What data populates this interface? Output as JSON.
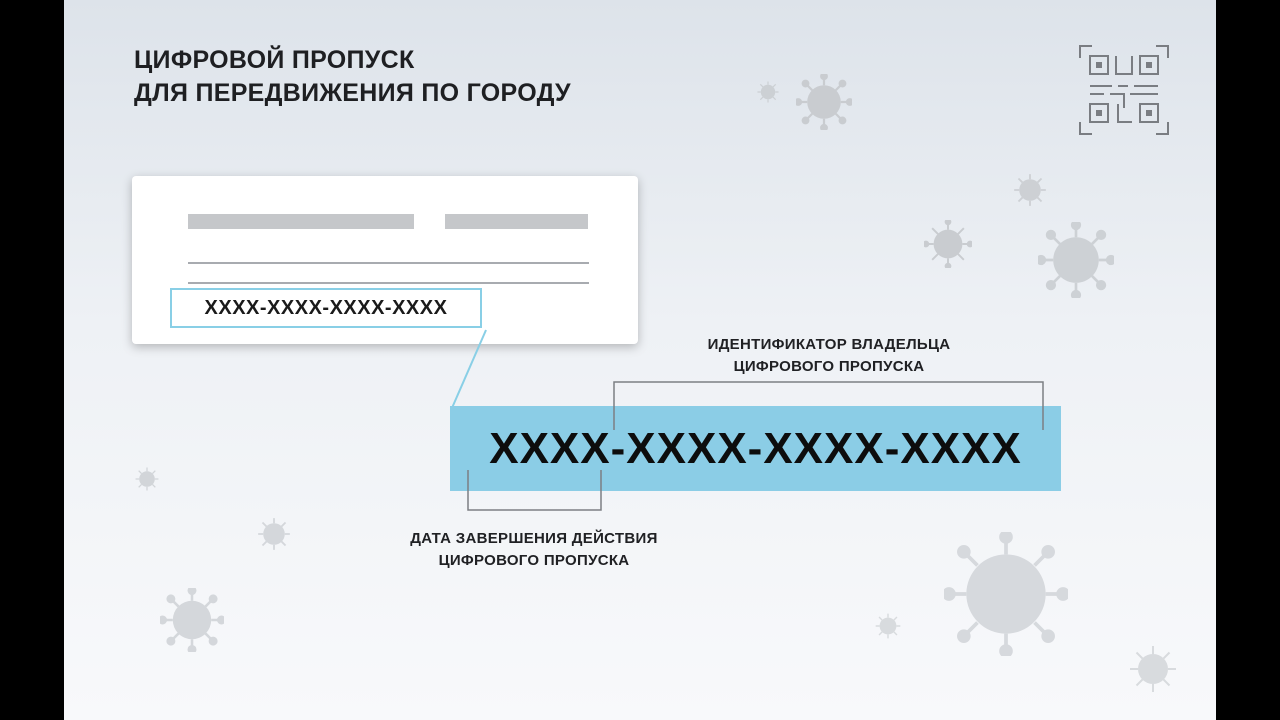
{
  "title": {
    "line1": "ЦИФРОВОЙ ПРОПУСК",
    "line2": "ДЛЯ ПЕРЕДВИЖЕНИЯ ПО ГОРОДУ"
  },
  "card": {
    "code": "XXXX-XXXX-XXXX-XXXX"
  },
  "big_code": "XXXX-XXXX-XXXX-XXXX",
  "owner_label": {
    "line1": "ИДЕНТИФИКАТОР ВЛАДЕЛЬЦА",
    "line2": "ЦИФРОВОГО ПРОПУСКА"
  },
  "date_label": {
    "line1": "ДАТА ЗАВЕРШЕНИЯ ДЕЙСТВИЯ",
    "line2": "ЦИФРОВОГО ПРОПУСКА"
  },
  "colors": {
    "highlight": "#8bcde6",
    "outline": "#89cfe6",
    "text": "#1e1f22"
  },
  "icons": [
    "qr-code-icon",
    "virus-icon"
  ]
}
